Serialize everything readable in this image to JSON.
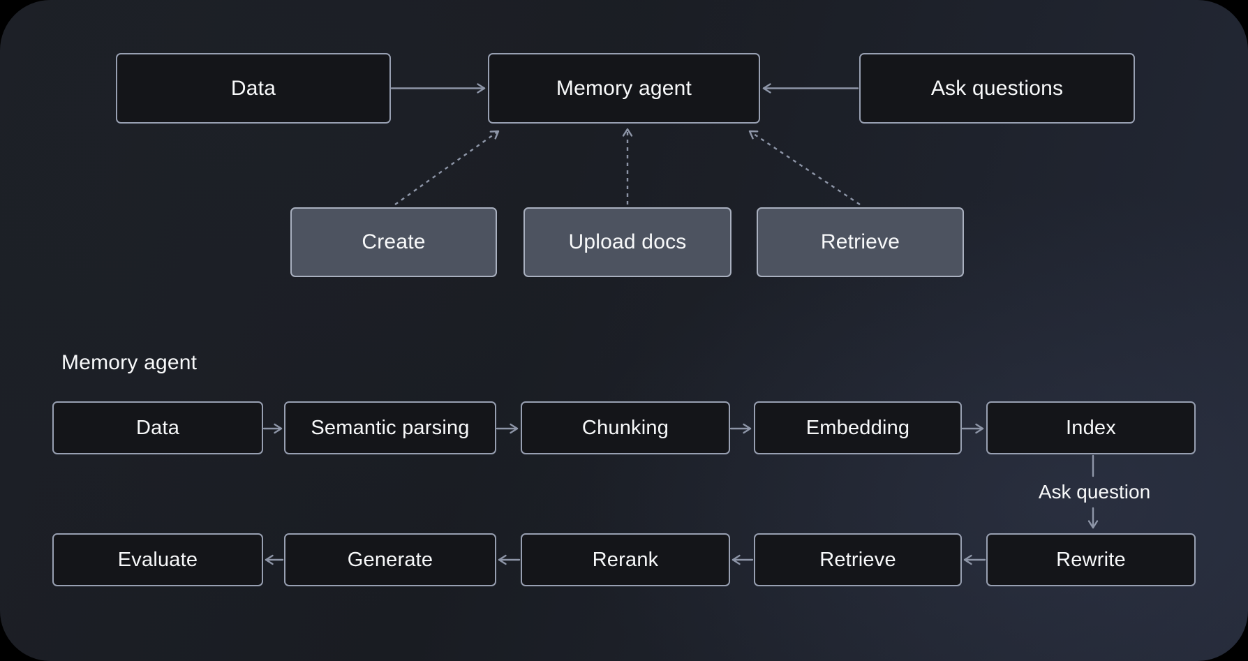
{
  "colors": {
    "canvas_bg_dark": "#191c22",
    "canvas_bg_light": "#242937",
    "node_dark_fill": "#141519",
    "node_dark_border": "#98a0b2",
    "node_light_fill": "#4d5360",
    "node_light_border": "#a9b0bf",
    "edge": "#8e96a8",
    "text": "#f8f9fa"
  },
  "top_flow": {
    "data_label": "Data",
    "memory_agent_label": "Memory agent",
    "ask_questions_label": "Ask questions",
    "create_label": "Create",
    "upload_docs_label": "Upload docs",
    "retrieve_label": "Retrieve",
    "edges": [
      {
        "from": "Data",
        "to": "Memory agent",
        "style": "solid"
      },
      {
        "from": "Ask questions",
        "to": "Memory agent",
        "style": "solid"
      },
      {
        "from": "Create",
        "to": "Memory agent",
        "style": "dashed"
      },
      {
        "from": "Upload docs",
        "to": "Memory agent",
        "style": "dashed"
      },
      {
        "from": "Retrieve",
        "to": "Memory agent",
        "style": "dashed"
      }
    ]
  },
  "pipeline": {
    "section_label": "Memory agent",
    "index_row": [
      "Data",
      "Semantic parsing",
      "Chunking",
      "Embedding",
      "Index"
    ],
    "ask_question_edge_label": "Ask question",
    "answer_row": [
      "Evaluate",
      "Generate",
      "Rerank",
      "Retrieve",
      "Rewrite"
    ],
    "edges": [
      {
        "from": "Data",
        "to": "Semantic parsing",
        "style": "solid"
      },
      {
        "from": "Semantic parsing",
        "to": "Chunking",
        "style": "solid"
      },
      {
        "from": "Chunking",
        "to": "Embedding",
        "style": "solid"
      },
      {
        "from": "Embedding",
        "to": "Index",
        "style": "solid"
      },
      {
        "from": "Index",
        "to": "Rewrite",
        "style": "solid",
        "label": "Ask question"
      },
      {
        "from": "Rewrite",
        "to": "Retrieve",
        "style": "solid"
      },
      {
        "from": "Retrieve",
        "to": "Rerank",
        "style": "solid"
      },
      {
        "from": "Rerank",
        "to": "Generate",
        "style": "solid"
      },
      {
        "from": "Generate",
        "to": "Evaluate",
        "style": "solid"
      }
    ]
  }
}
